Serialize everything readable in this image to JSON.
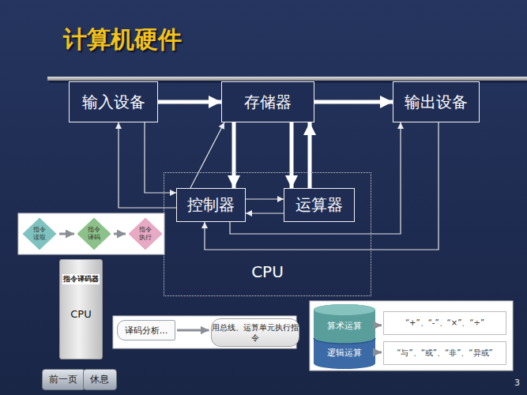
{
  "diagram": {
    "title": "计算机硬件",
    "nodes": [
      {
        "text": [
          "输入设备"
        ]
      },
      {
        "text": [
          "存储器"
        ]
      },
      {
        "text": [
          "输出设备"
        ]
      },
      {
        "text": [
          "CPU"
        ]
      },
      {
        "text": [
          "控制器"
        ],
        "in": 3
      },
      {
        "text": [
          "运算器"
        ],
        "in": 3
      },
      {
        "text": [
          "指令读取"
        ]
      },
      {
        "text": [
          "指令译码"
        ]
      },
      {
        "text": [
          "指令执行"
        ]
      },
      {
        "text": [
          "指令译码器",
          "CPU"
        ]
      },
      {
        "text": [
          "译码分析..."
        ]
      },
      {
        "text": [
          "用总线、运算单元执行指令"
        ]
      },
      {
        "text": [
          "算术运算"
        ]
      },
      {
        "text": [
          "逻辑运算"
        ]
      },
      {
        "text": [
          "“+”、“-”、“×”、“÷”"
        ]
      },
      {
        "text": [
          "“与”、“或”、“非”、“异或”"
        ]
      },
      {
        "text": [
          "前一页"
        ]
      },
      {
        "text": [
          "休息"
        ]
      }
    ],
    "edges": [
      {
        "from": 0,
        "to": 1,
        "arrow": "to"
      },
      {
        "from": 1,
        "to": 2,
        "arrow": "to"
      },
      {
        "from": 1,
        "to": 4,
        "arrow": "to"
      },
      {
        "from": 4,
        "to": 1,
        "arrow": "to"
      },
      {
        "from": 1,
        "to": 5,
        "arrow": "to"
      },
      {
        "from": 5,
        "to": 1,
        "arrow": "to"
      },
      {
        "from": 0,
        "to": 4,
        "arrow": "to"
      },
      {
        "from": 4,
        "to": 0,
        "arrow": "to"
      },
      {
        "from": 4,
        "to": 5,
        "arrow": "to"
      },
      {
        "from": 5,
        "to": 4,
        "arrow": "to"
      },
      {
        "from": 4,
        "to": 2,
        "arrow": "to"
      },
      {
        "from": 2,
        "to": 4,
        "arrow": "to"
      },
      {
        "from": 6,
        "to": 7,
        "arrow": "to"
      },
      {
        "from": 7,
        "to": 8,
        "arrow": "to"
      },
      {
        "from": 10,
        "to": 11,
        "arrow": "to"
      },
      {
        "from": 12,
        "to": 14,
        "arrow": "to"
      },
      {
        "from": 13,
        "to": 15,
        "arrow": "to"
      }
    ],
    "labels": [
      "3"
    ]
  }
}
